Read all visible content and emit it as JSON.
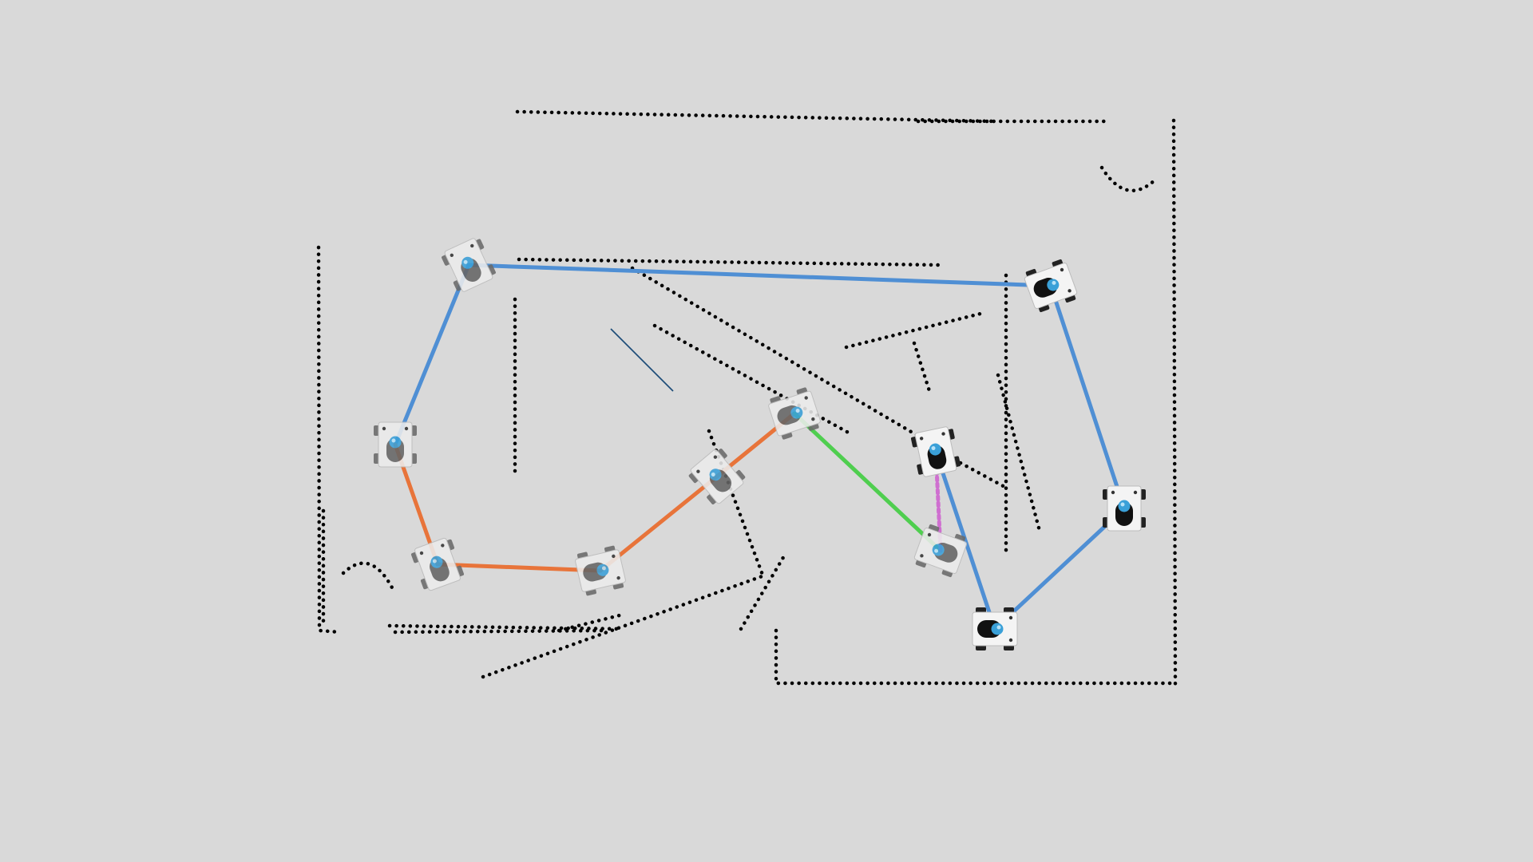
{
  "colors": {
    "background": "#d9d9d9",
    "obstacle_dots": "#000000",
    "link_blue": "#4f8fd4",
    "link_orange": "#e8743a",
    "link_green": "#4fce4f",
    "link_pink": "#cf6fd0",
    "stray_line": "#1f4e79",
    "robot_light_body": "#f4f4f4",
    "robot_dark_wheel": "#444444",
    "robot_lens": "#3aa0d8"
  },
  "scene": {
    "robots": [
      {
        "id": "r1",
        "style": "faded"
      },
      {
        "id": "r2",
        "style": "faded"
      },
      {
        "id": "r3",
        "style": "faded"
      },
      {
        "id": "r4",
        "style": "faded"
      },
      {
        "id": "r5",
        "style": "faded"
      },
      {
        "id": "r6",
        "style": "faded"
      },
      {
        "id": "r7",
        "style": "solid"
      },
      {
        "id": "r8",
        "style": "faded"
      },
      {
        "id": "r9",
        "style": "solid"
      },
      {
        "id": "r10",
        "style": "solid"
      },
      {
        "id": "r11",
        "style": "solid"
      }
    ],
    "links": [
      {
        "from": "r1",
        "to": "r11",
        "color": "link_blue"
      },
      {
        "from": "r1",
        "to": "r2",
        "color": "link_blue"
      },
      {
        "from": "r2",
        "to": "r3",
        "color": "link_orange"
      },
      {
        "from": "r3",
        "to": "r4",
        "color": "link_orange"
      },
      {
        "from": "r4",
        "to": "r5",
        "color": "link_orange"
      },
      {
        "from": "r5",
        "to": "r6",
        "color": "link_orange"
      },
      {
        "from": "r6",
        "to": "r8",
        "color": "link_green"
      },
      {
        "from": "r7",
        "to": "r8",
        "color": "link_pink",
        "dashed": true
      },
      {
        "from": "r7",
        "to": "r9",
        "color": "link_blue"
      },
      {
        "from": "r9",
        "to": "r10",
        "color": "link_blue"
      },
      {
        "from": "r10",
        "to": "r11",
        "color": "link_blue"
      }
    ],
    "obstacle_count": 27
  }
}
